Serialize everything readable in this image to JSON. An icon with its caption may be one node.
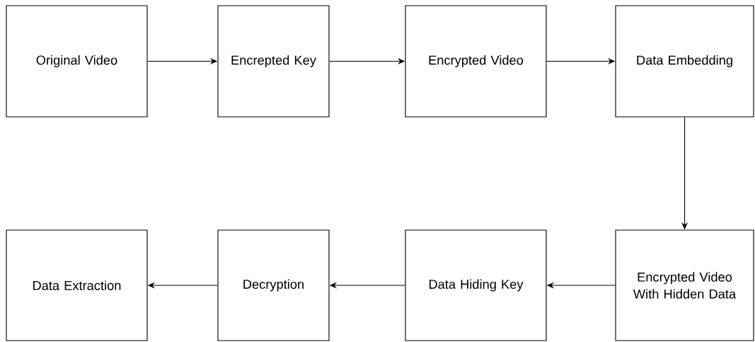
{
  "diagram": {
    "nodes": [
      {
        "text": [
          "Original Video"
        ]
      },
      {
        "text": [
          "Encrepted Key"
        ]
      },
      {
        "text": [
          "Encrypted Video"
        ]
      },
      {
        "text": [
          "Data Embedding"
        ]
      },
      {
        "text": [
          "Data Extraction"
        ]
      },
      {
        "text": [
          "Decryption"
        ]
      },
      {
        "text": [
          "Data Hiding Key"
        ]
      },
      {
        "text": [
          "Encrypted Video With Hidden Data"
        ]
      }
    ],
    "edges": [
      {
        "from": 0,
        "to": 1,
        "arrow": "to"
      },
      {
        "from": 1,
        "to": 2,
        "arrow": "to"
      },
      {
        "from": 2,
        "to": 3,
        "arrow": "to"
      },
      {
        "from": 3,
        "to": 7,
        "arrow": "to"
      },
      {
        "from": 7,
        "to": 6,
        "arrow": "to"
      },
      {
        "from": 6,
        "to": 5,
        "arrow": "to"
      },
      {
        "from": 5,
        "to": 4,
        "arrow": "to"
      }
    ]
  }
}
